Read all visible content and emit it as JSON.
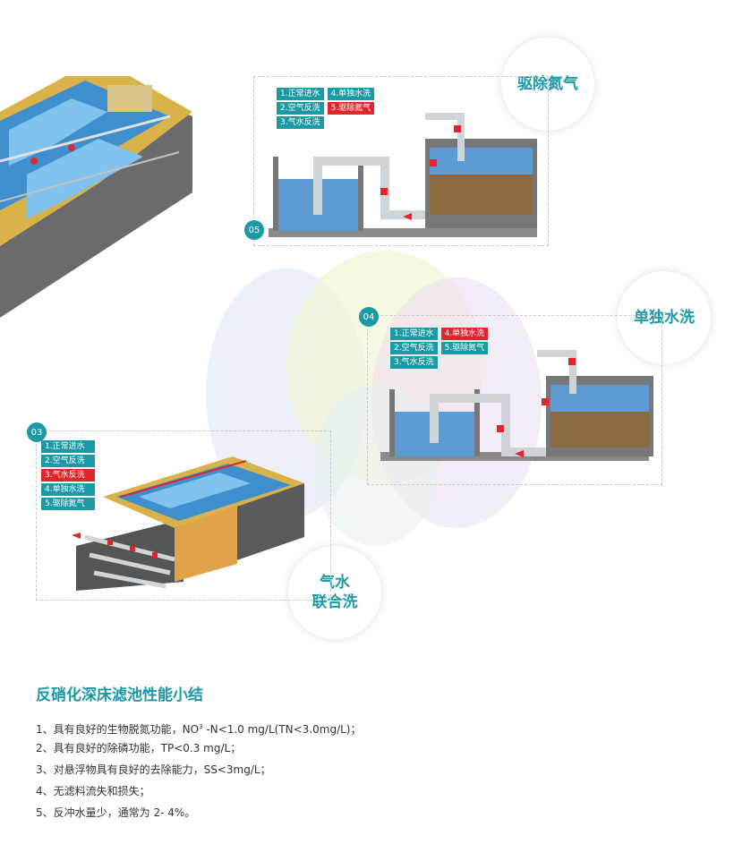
{
  "stages": {
    "s05": {
      "num": "05",
      "title": "驱除氮气",
      "legend": [
        {
          "text": "1.正常进水",
          "highlight": false
        },
        {
          "text": "4.单独水洗",
          "highlight": false
        },
        {
          "text": "2.空气反洗",
          "highlight": false
        },
        {
          "text": "5.驱除氮气",
          "highlight": true
        },
        {
          "text": "3.气水反洗",
          "highlight": false
        }
      ]
    },
    "s04": {
      "num": "04",
      "title": "单独水洗",
      "legend": [
        {
          "text": "1.正常进水",
          "highlight": false
        },
        {
          "text": "4.单独水洗",
          "highlight": true
        },
        {
          "text": "2.空气反洗",
          "highlight": false
        },
        {
          "text": "5.驱除氮气",
          "highlight": false
        },
        {
          "text": "3.气水反洗",
          "highlight": false
        }
      ]
    },
    "s03": {
      "num": "03",
      "title_line1": "气水",
      "title_line2": "联合洗",
      "legend": [
        {
          "text": "1.正常进水",
          "highlight": false
        },
        {
          "text": "2.空气反洗",
          "highlight": false
        },
        {
          "text": "3.气水反洗",
          "highlight": true
        },
        {
          "text": "4.单独水洗",
          "highlight": false
        },
        {
          "text": "5.驱除氮气",
          "highlight": false
        }
      ]
    }
  },
  "summary": {
    "title": "反硝化深床滤池性能小结",
    "points": [
      {
        "prefix": "1、具有良好的生物脱氮功能，NO",
        "sup": "3",
        "suffix": " -N<1.0 mg/L(TN<3.0mg/L)；"
      },
      {
        "prefix": "2、具有良好的除磷功能，TP<0.3 mg/L；",
        "sup": "",
        "suffix": ""
      },
      {
        "prefix": "3、对悬浮物具有良好的去除能力，SS<3mg/L；",
        "sup": "",
        "suffix": ""
      },
      {
        "prefix": "4、无滤料流失和损失；",
        "sup": "",
        "suffix": ""
      },
      {
        "prefix": "5、反冲水量少，通常为 2- 4%。",
        "sup": "",
        "suffix": ""
      }
    ]
  },
  "colors": {
    "accent": "#1b9aa6",
    "highlight": "#e0262c"
  }
}
